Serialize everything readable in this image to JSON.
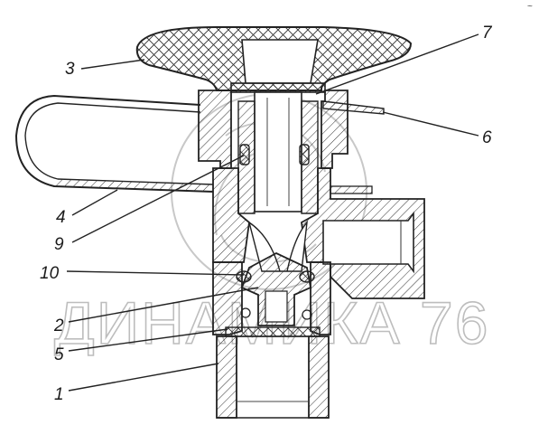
{
  "labels": {
    "l1": "1",
    "l2": "2",
    "l3": "3",
    "l4": "4",
    "l5": "5",
    "l6": "6",
    "l7": "7",
    "l9": "9",
    "l10": "10"
  },
  "watermark_text": "ДИНАМИКА 76",
  "corner_mark": "~"
}
